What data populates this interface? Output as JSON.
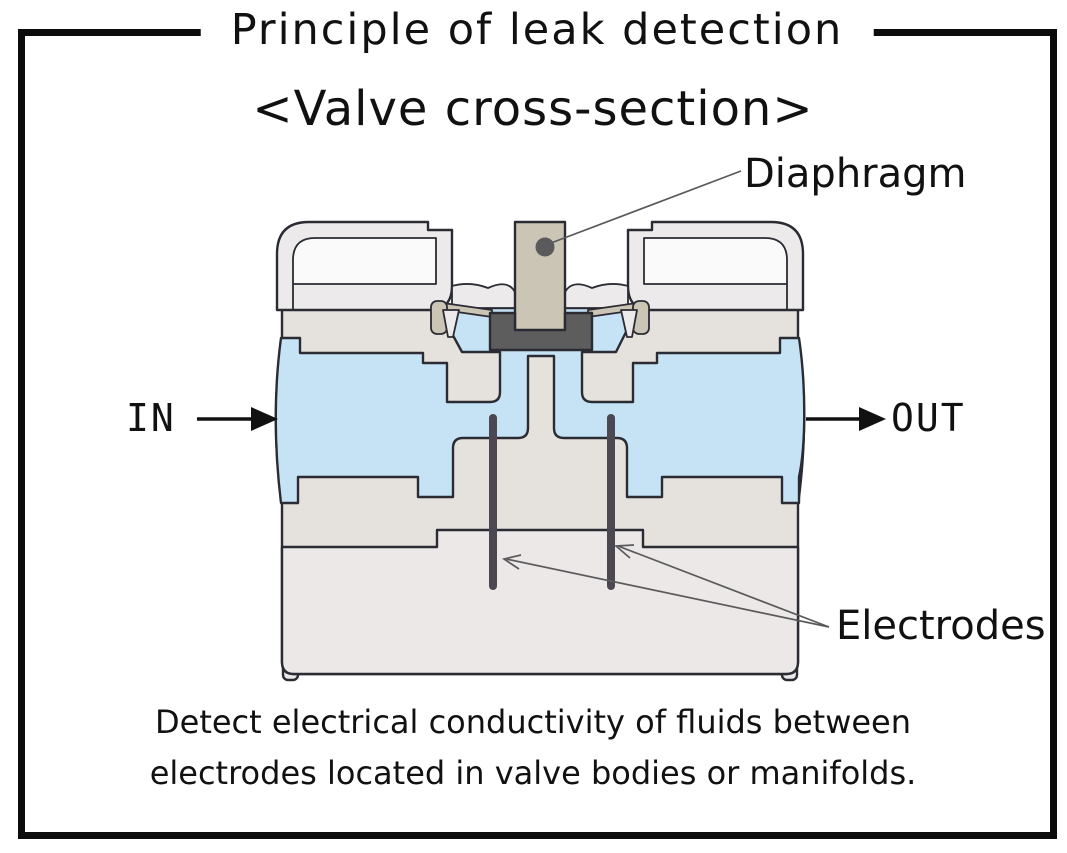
{
  "title": "Principle of leak detection",
  "subtitle": "<Valve cross-section>",
  "labels": {
    "diaphragm": "Diaphragm",
    "inlet": "IN",
    "outlet": "OUT",
    "electrodes": "Electrodes"
  },
  "caption": {
    "line1": "Detect electrical conductivity of fluids between",
    "line2": "electrodes located in valve bodies or manifolds."
  },
  "colors": {
    "fluid": "#c6e3f5",
    "outline": "#2b2b33",
    "body": "#e5e1dc",
    "body_lower": "#ece8e8",
    "housing": "#eceaea",
    "housing_inner": "#fafafa",
    "stem": "#cac5b4",
    "plug": "#5d5d5d",
    "electrode": "#4b4851",
    "leader": "#5a5a5c",
    "arrow": "#111111",
    "text": "#111111"
  }
}
